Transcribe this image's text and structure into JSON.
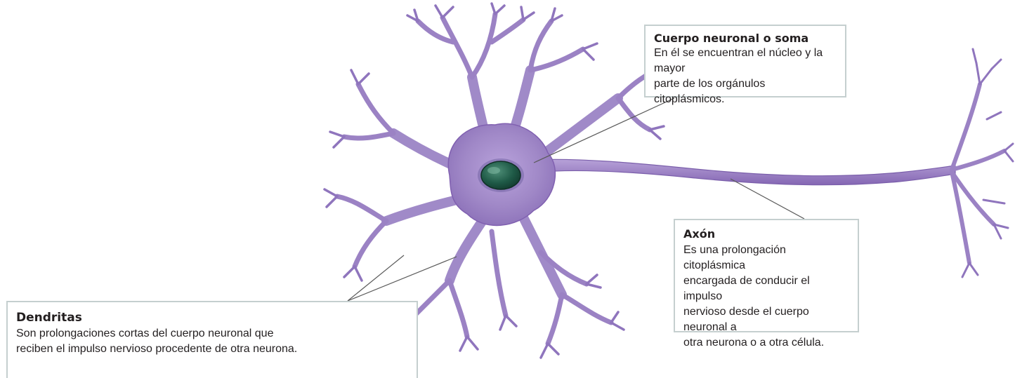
{
  "labels": {
    "soma": {
      "title": "Cuerpo neuronal o soma",
      "lines": [
        "En él se encuentran el núcleo y la mayor",
        "parte de los orgánulos citoplásmicos."
      ]
    },
    "axon": {
      "title": "Axón",
      "lines": [
        "Es una prolongación citoplásmica",
        "encargada de conducir el impulso",
        "nervioso desde el cuerpo neuronal a",
        "otra neurona o a otra célula."
      ]
    },
    "dendrites": {
      "title": "Dendritas",
      "lines": [
        "Son prolongaciones cortas del cuerpo neuronal que",
        "reciben el impulso nervioso procedente de otra neurona."
      ]
    }
  },
  "colors": {
    "cell": "#a389c9",
    "cell_dark": "#7a5fa8",
    "cell_light": "#c3b0de",
    "nucleus": "#1f5a47",
    "box_border": "#c5cfcf",
    "leader_line": "#5a5a5a"
  }
}
